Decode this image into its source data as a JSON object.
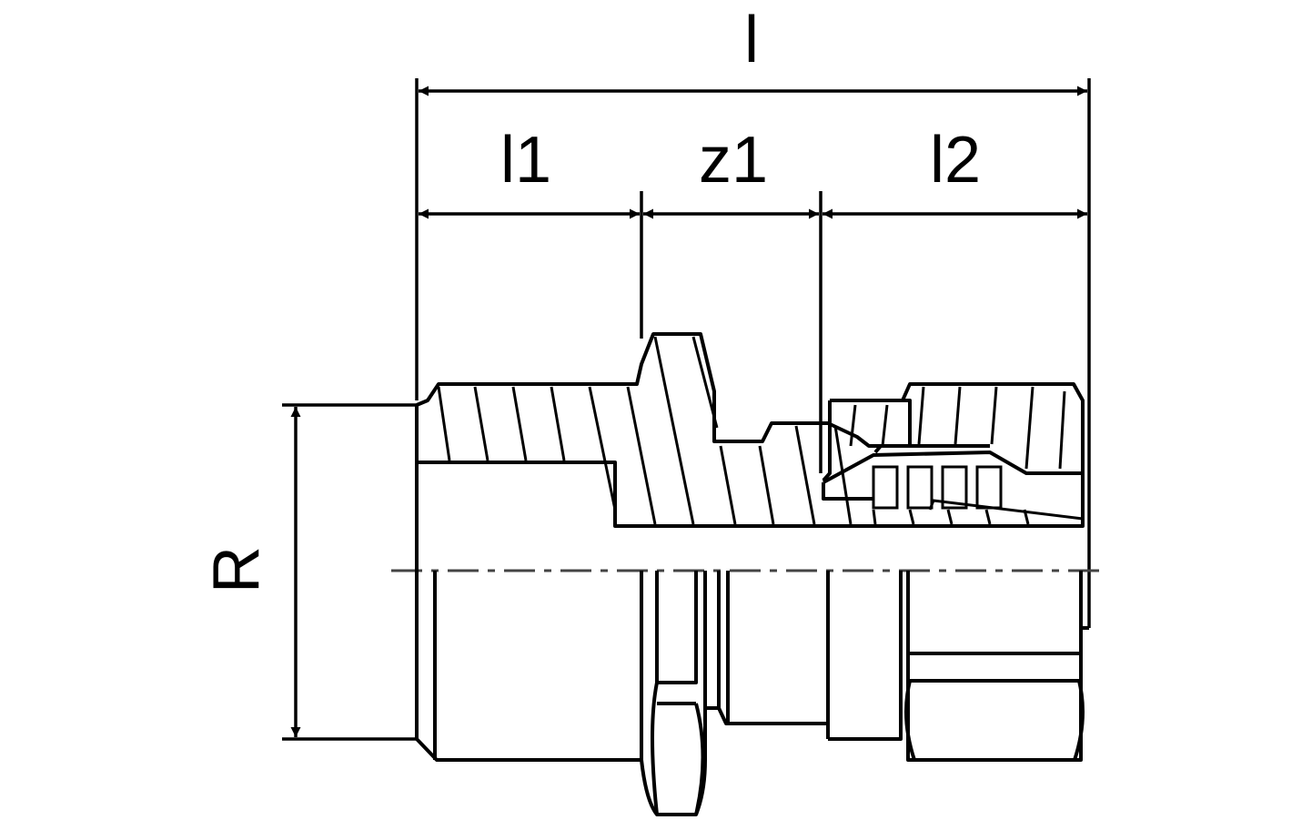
{
  "diagram": {
    "dimensions": {
      "overall_length": "l",
      "insert_length": "l1",
      "gap": "z1",
      "socket_length": "l2",
      "thread": "R"
    },
    "line_color": "#000000",
    "centerline_color": "#444444"
  }
}
